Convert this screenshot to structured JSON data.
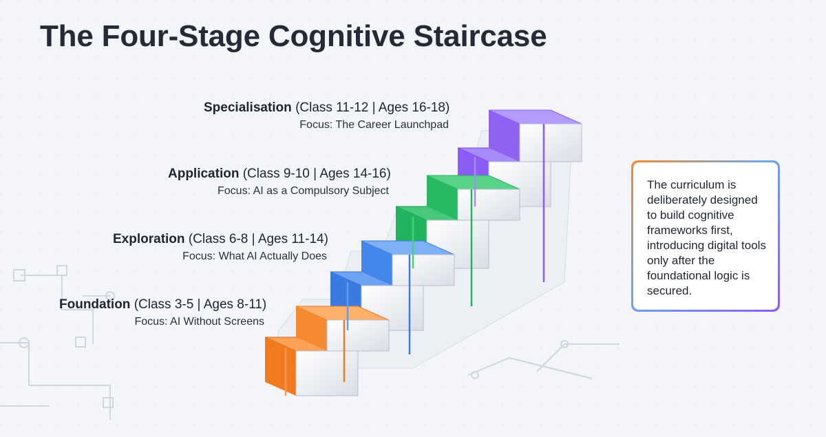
{
  "page": {
    "title": "The Four-Stage Cognitive Staircase"
  },
  "stages": [
    {
      "name": "Specialisation",
      "details": "(Class 11-12 | Ages 16-18)",
      "focus": "Focus: The Career Launchpad",
      "color": "#8b5cf6"
    },
    {
      "name": "Application",
      "details": "(Class 9-10 | Ages 14-16)",
      "focus": "Focus: AI as a Compulsory Subject",
      "color": "#22b35e"
    },
    {
      "name": "Exploration",
      "details": "(Class 6-8 | Ages 11-14)",
      "focus": "Focus: What AI Actually Does",
      "color": "#3b7be0"
    },
    {
      "name": "Foundation",
      "details": "(Class 3-5 | Ages 8-11)",
      "focus": "Focus: AI Without Screens",
      "color": "#f07a1f"
    }
  ],
  "info_box": {
    "text": "The curriculum is deliberately designed to build cognitive frameworks first, introducing digital tools only after the foundational logic is secured."
  },
  "visual": {
    "icons": [
      "circuit-background-icon",
      "staircase-blocks-icon"
    ]
  }
}
